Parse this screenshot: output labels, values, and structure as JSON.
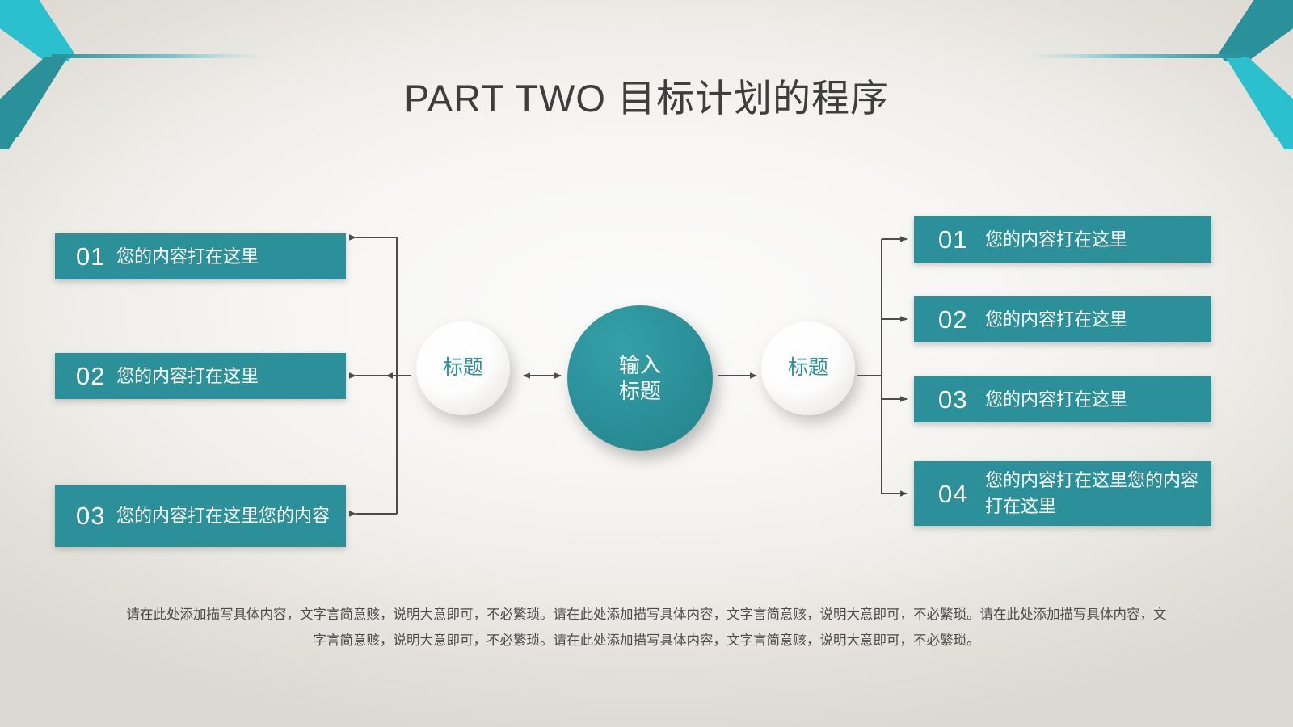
{
  "slide": {
    "title": "PART TWO 目标计划的程序",
    "background_color": "#f7f6f4",
    "accent_color": "#2b9099",
    "accent_light_color": "#2bc0ce"
  },
  "ornaments": {
    "top_left_chevron": "chevron-ornament",
    "top_right_chevron": "chevron-ornament"
  },
  "circles": {
    "left": {
      "label": "标题"
    },
    "center": {
      "line1": "输入",
      "line2": "标题"
    },
    "right": {
      "label": "标题"
    }
  },
  "left_boxes": [
    {
      "number": "01",
      "text": "您的内容打在这里"
    },
    {
      "number": "02",
      "text": "您的内容打在这里"
    },
    {
      "number": "03",
      "text": "您的内容打在这里您的内容"
    }
  ],
  "right_boxes": [
    {
      "number": "01",
      "text": "您的内容打在这里"
    },
    {
      "number": "02",
      "text": "您的内容打在这里"
    },
    {
      "number": "03",
      "text": "您的内容打在这里"
    },
    {
      "number": "04",
      "text": "您的内容打在这里您的内容打在这里"
    }
  ],
  "footer": {
    "paragraph": "请在此处添加描写具体内容，文字言简意赅，说明大意即可，不必繁琐。请在此处添加描写具体内容，文字言简意赅，说明大意即可，不必繁琐。请在此处添加描写具体内容，文字言简意赅，说明大意即可，不必繁琐。请在此处添加描写具体内容，文字言简意赅，说明大意即可，不必繁琐。"
  }
}
